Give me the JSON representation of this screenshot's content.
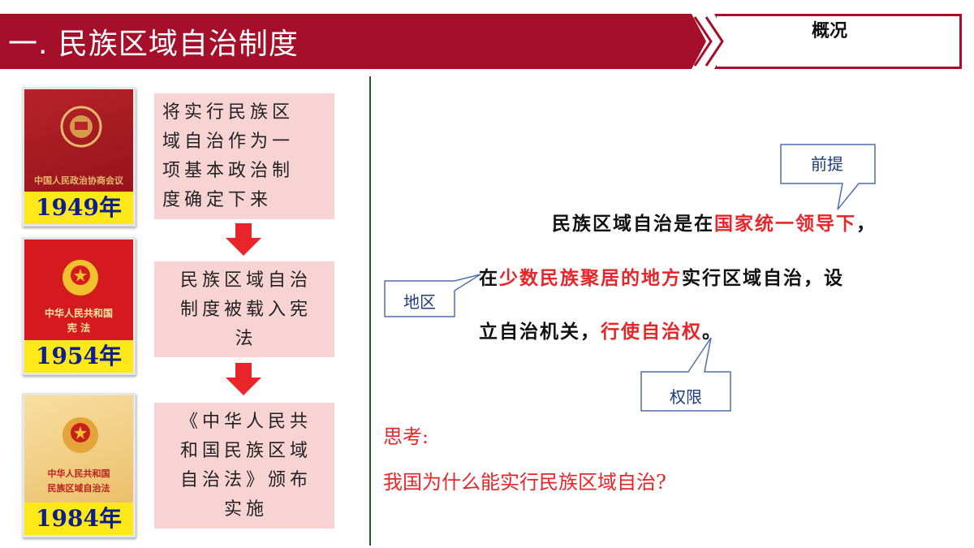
{
  "header": {
    "title": "一. 民族区域自治制度",
    "tag": "概况"
  },
  "timeline": [
    {
      "year": "1949年",
      "cover_text": "中国人民政治协商会议",
      "description": [
        "将实行民族区",
        "域自治作为一",
        "项基本政治制",
        "度确定下来"
      ]
    },
    {
      "year": "1954年",
      "cover_text_lines": [
        "中华人民共和国",
        "宪 法"
      ],
      "description": [
        "民族区域自治",
        "制度被载入宪",
        "法"
      ]
    },
    {
      "year": "1984年",
      "cover_text_lines": [
        "中华人民共和国",
        "民族区域自治法"
      ],
      "description": [
        "《中华人民共",
        "和国民族区域",
        "自治法》颁布",
        "实施"
      ]
    }
  ],
  "definition": {
    "line1_a": "民族区域自治是在",
    "line1_red": "国家统一领导下",
    "line1_b": "，",
    "line2_a": "在",
    "line2_red": "少数民族聚居的地方",
    "line2_b": "实行区域自治，设",
    "line3_a": "立自治机关，",
    "line3_red": "行使自治权",
    "line3_b": "。"
  },
  "callouts": {
    "premise": "前提",
    "region": "地区",
    "power": "权限"
  },
  "think": {
    "label": "思考:",
    "question": "我国为什么能实行民族区域自治?"
  },
  "colors": {
    "header_red": "#a50f2a",
    "accent_red": "#e8262a",
    "year_yellow": "#ffe81a",
    "year_blue": "#0d1f8a",
    "pink_box": "#f8d3d3"
  }
}
